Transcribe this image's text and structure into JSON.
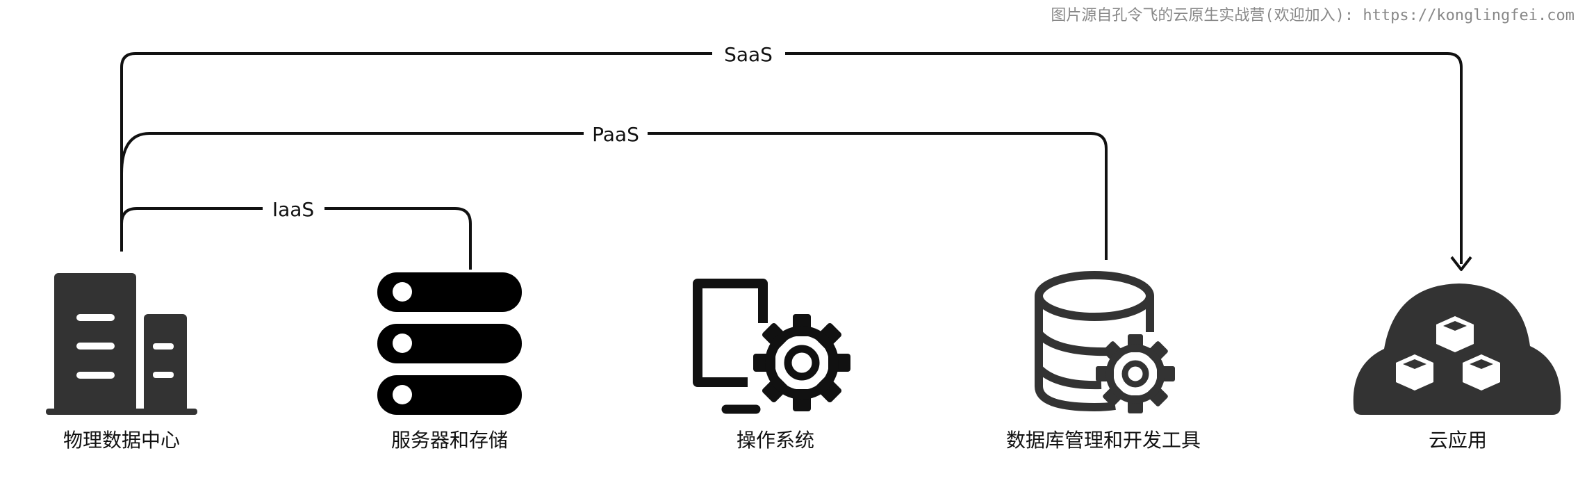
{
  "watermark": "图片源自孔令飞的云原生实战营(欢迎加入): https://konglingfei.com",
  "layers": {
    "saas": "SaaS",
    "paas": "PaaS",
    "iaas": "IaaS"
  },
  "components": [
    {
      "label": "物理数据中心",
      "icon": "building-icon"
    },
    {
      "label": "服务器和存储",
      "icon": "server-icon"
    },
    {
      "label": "操作系统",
      "icon": "monitor-gear-icon"
    },
    {
      "label": "数据库管理和开发工具",
      "icon": "database-gear-icon"
    },
    {
      "label": "云应用",
      "icon": "cloud-cubes-icon"
    }
  ],
  "colors": {
    "stroke": "#111111",
    "icon": "#333333",
    "watermark": "#888888"
  }
}
